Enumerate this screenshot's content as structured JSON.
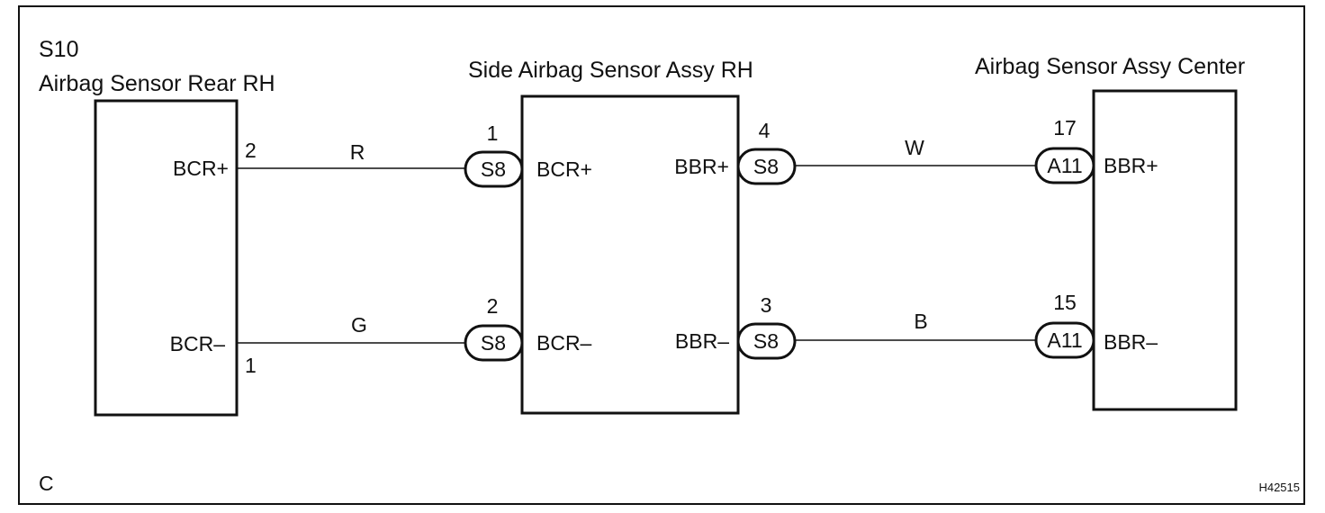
{
  "figure_code": "H42515",
  "corner_label": "C",
  "components": {
    "rear_sensor": {
      "code": "S10",
      "name": "Airbag Sensor Rear RH",
      "pins": [
        {
          "label": "BCR+",
          "number": "2"
        },
        {
          "label": "BCR–",
          "number": "1"
        }
      ]
    },
    "side_sensor": {
      "name": "Side Airbag Sensor Assy RH",
      "left_pins": [
        {
          "label": "BCR+",
          "number": "1",
          "connector": "S8"
        },
        {
          "label": "BCR–",
          "number": "2",
          "connector": "S8"
        }
      ],
      "right_pins": [
        {
          "label": "BBR+",
          "number": "4",
          "connector": "S8"
        },
        {
          "label": "BBR–",
          "number": "3",
          "connector": "S8"
        }
      ]
    },
    "center_sensor": {
      "name": "Airbag Sensor Assy Center",
      "pins": [
        {
          "label": "BBR+",
          "number": "17",
          "connector": "A11"
        },
        {
          "label": "BBR–",
          "number": "15",
          "connector": "A11"
        }
      ]
    }
  },
  "wires": [
    {
      "color_code": "R"
    },
    {
      "color_code": "G"
    },
    {
      "color_code": "W"
    },
    {
      "color_code": "B"
    }
  ]
}
